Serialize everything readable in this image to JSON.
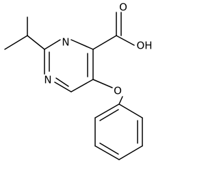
{
  "molecule": {
    "atoms": {
      "n1": "N",
      "n3": "N",
      "carboxyl_oh": "OH",
      "carbonyl_o": "O",
      "ether_o": "O"
    }
  }
}
